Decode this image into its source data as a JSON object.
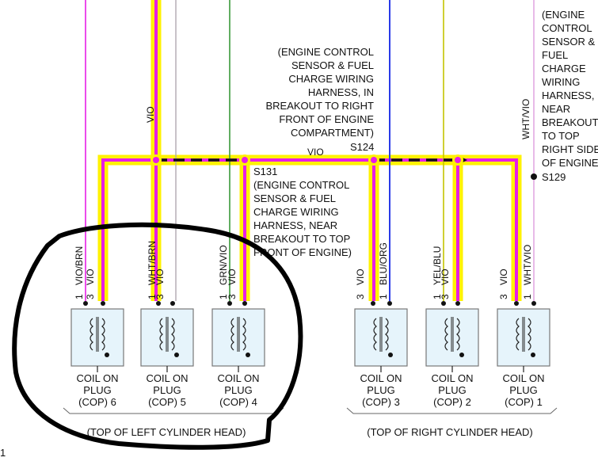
{
  "colors": {
    "vio": "#e61ee6",
    "highlight": "#fff200",
    "blue": "#2a3be8",
    "green": "#3a9a3a",
    "white_trace": "#e6d8e6",
    "coil_fill": "#e6f4fb",
    "annotation": "#000000"
  },
  "wire_labels": {
    "vio_main": "VIO",
    "vio_bus": "VIO",
    "wht_vio_top": "WHT/VIO"
  },
  "splices": {
    "s124": "S124",
    "s129": "S129",
    "s131": "S131"
  },
  "notes": {
    "center": [
      "(ENGINE CONTROL",
      "SENSOR & FUEL",
      "CHARGE WIRING",
      "HARNESS, IN",
      "BREAKOUT TO RIGHT",
      "FRONT OF ENGINE",
      "COMPARTMENT)"
    ],
    "right": [
      "(ENGINE",
      "CONTROL",
      "SENSOR &",
      "FUEL",
      "CHARGE",
      "WIRING",
      "HARNESS,",
      "NEAR",
      "BREAKOUT",
      "TO TOP",
      "RIGHT SIDE",
      "OF ENGINE)"
    ],
    "s131": [
      "(ENGINE CONTROL",
      "SENSOR & FUEL",
      "CHARGE WIRING",
      "HARNESS, NEAR",
      "BREAKOUT TO TOP",
      "FRONT OF ENGINE)"
    ]
  },
  "coils": [
    {
      "name_lines": [
        "COIL ON",
        "PLUG",
        "(COP) 6"
      ],
      "pin1": "1",
      "pin1_wire": "VIO/BRN",
      "pin3": "3",
      "pin3_wire": "VIO"
    },
    {
      "name_lines": [
        "COIL ON",
        "PLUG",
        "(COP) 5"
      ],
      "pin1": "1",
      "pin1_wire": "WHT/BRN",
      "pin3": "3",
      "pin3_wire": "VIO"
    },
    {
      "name_lines": [
        "COIL ON",
        "PLUG",
        "(COP) 4"
      ],
      "pin1": "1",
      "pin1_wire": "GRN/VIO",
      "pin3": "3",
      "pin3_wire": "VIO"
    },
    {
      "name_lines": [
        "COIL ON",
        "PLUG",
        "(COP) 3"
      ],
      "pin1": "1",
      "pin1_wire": "BLU/ORG",
      "pin3": "3",
      "pin3_wire": "VIO"
    },
    {
      "name_lines": [
        "COIL ON",
        "PLUG",
        "(COP) 2"
      ],
      "pin1": "1",
      "pin1_wire": "YEL/BLU",
      "pin3": "3",
      "pin3_wire": "VIO"
    },
    {
      "name_lines": [
        "COIL ON",
        "PLUG",
        "(COP) 1"
      ],
      "pin1": "1",
      "pin1_wire": "WHT/VIO",
      "pin3": "3",
      "pin3_wire": "VIO"
    }
  ],
  "group_labels": {
    "left": "(TOP OF LEFT CYLINDER HEAD)",
    "right": "(TOP OF RIGHT CYLINDER HEAD)"
  },
  "page_number": "1"
}
